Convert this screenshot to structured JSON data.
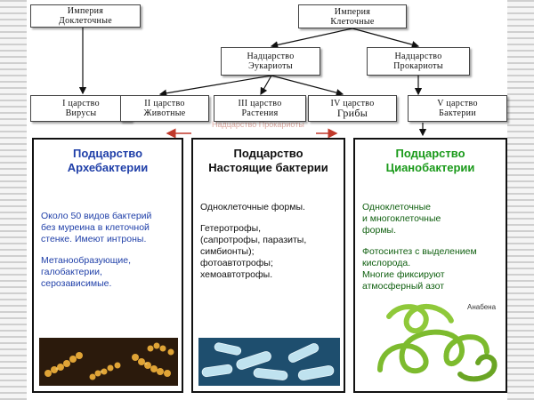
{
  "top": {
    "empire_noncell": [
      "Империя",
      "Доклеточные"
    ],
    "empire_cell": [
      "Империя",
      "Клеточные"
    ],
    "superkingdom_eukaryotes": [
      "Надцарство",
      "Эукариоты"
    ],
    "superkingdom_prokaryotes": [
      "Надцарство",
      "Прокариоты"
    ]
  },
  "kingdoms": [
    {
      "num": "I царство",
      "name": "Вирусы"
    },
    {
      "num": "II царство",
      "name": "Животные"
    },
    {
      "num": "III царство",
      "name": "Растения"
    },
    {
      "num": "IV царство",
      "name": "Грибы"
    },
    {
      "num": "V царство",
      "name": "Бактерии"
    }
  ],
  "hidden_banner": "Надцарство Прокариоты",
  "colors": {
    "archae_title": "#1f3fa8",
    "archae_text": "#1f3fa8",
    "cyano_title": "#1a9a1a",
    "cyano_text": "#0f5f0f",
    "arrow": "#c0392b"
  },
  "panels": {
    "archae": {
      "title": [
        "Подцарство",
        "Архебактерии"
      ],
      "paras": [
        [
          "Около 50 видов бактерий",
          "без муреина в клеточной",
          "стенке. Имеют интроны."
        ],
        [
          "Метанообразующие,",
          "галобактерии,",
          "серозависимые."
        ]
      ]
    },
    "true": {
      "title": [
        "Подцарство",
        "Настоящие бактерии"
      ],
      "paras": [
        [
          "Одноклеточные формы."
        ],
        [
          "Гетеротрофы,",
          "(сапротрофы, паразиты,",
          "симбионты);",
          "фотоавтотрофы;",
          "хемоавтотрофы."
        ]
      ]
    },
    "cyano": {
      "title": [
        "Подцарство",
        "Цианобактерии"
      ],
      "paras": [
        [
          "Одноклеточные",
          "и многоклеточные",
          "формы."
        ],
        [
          "Фотосинтез с выделением",
          "кислорода.",
          "Многие фиксируют",
          "атмосферный азот"
        ]
      ],
      "image_label": "Анабена"
    }
  }
}
